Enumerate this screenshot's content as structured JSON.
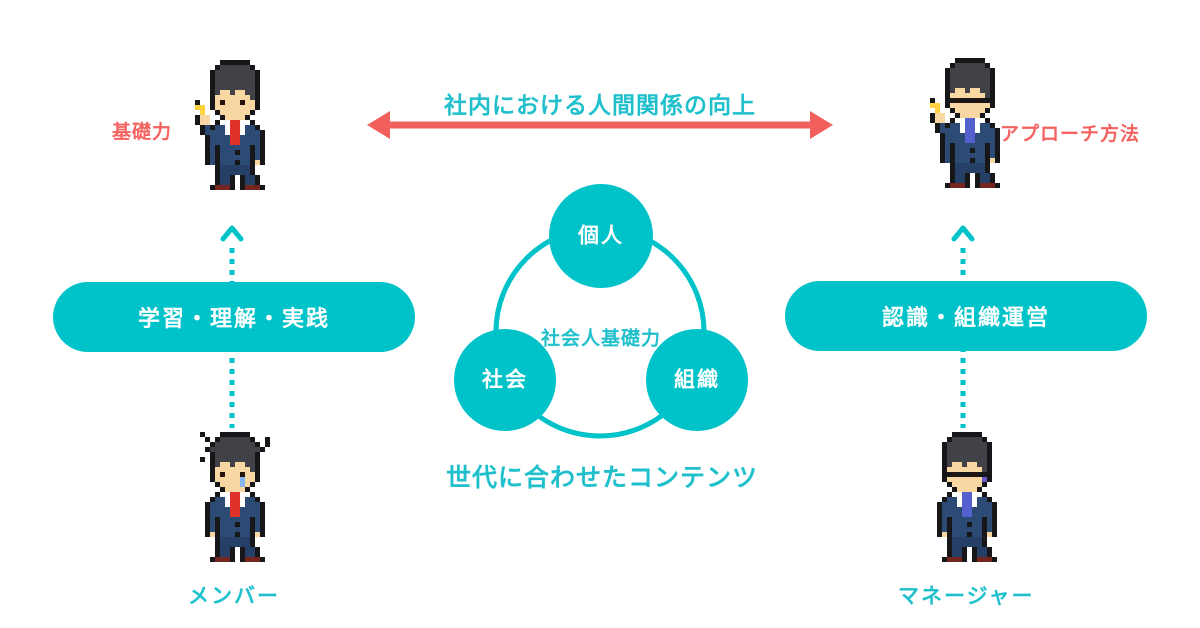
{
  "colors": {
    "teal": "#00c2c9",
    "teal_text": "#1fc0cc",
    "red": "#f2605d",
    "white": "#ffffff"
  },
  "header": {
    "title": "社内における人間関係の向上"
  },
  "labels": {
    "top_left": "基礎力",
    "top_right": "アプローチ方法",
    "bottom_left": "メンバー",
    "bottom_right": "マネージャー"
  },
  "pills": {
    "left": {
      "label": "学習・理解・実践"
    },
    "right": {
      "label": "認識・組織運営"
    }
  },
  "center": {
    "circles": [
      {
        "label": "個人"
      },
      {
        "label": "社会"
      },
      {
        "label": "組織"
      }
    ],
    "hub_label": "社会人基礎力",
    "caption": "世代に合わせたコンテンツ"
  },
  "icons": {
    "relationship_arrow": "double-headed-red-arrow",
    "up_arrow_left": "dotted-up-arrow",
    "up_arrow_right": "dotted-up-arrow"
  }
}
